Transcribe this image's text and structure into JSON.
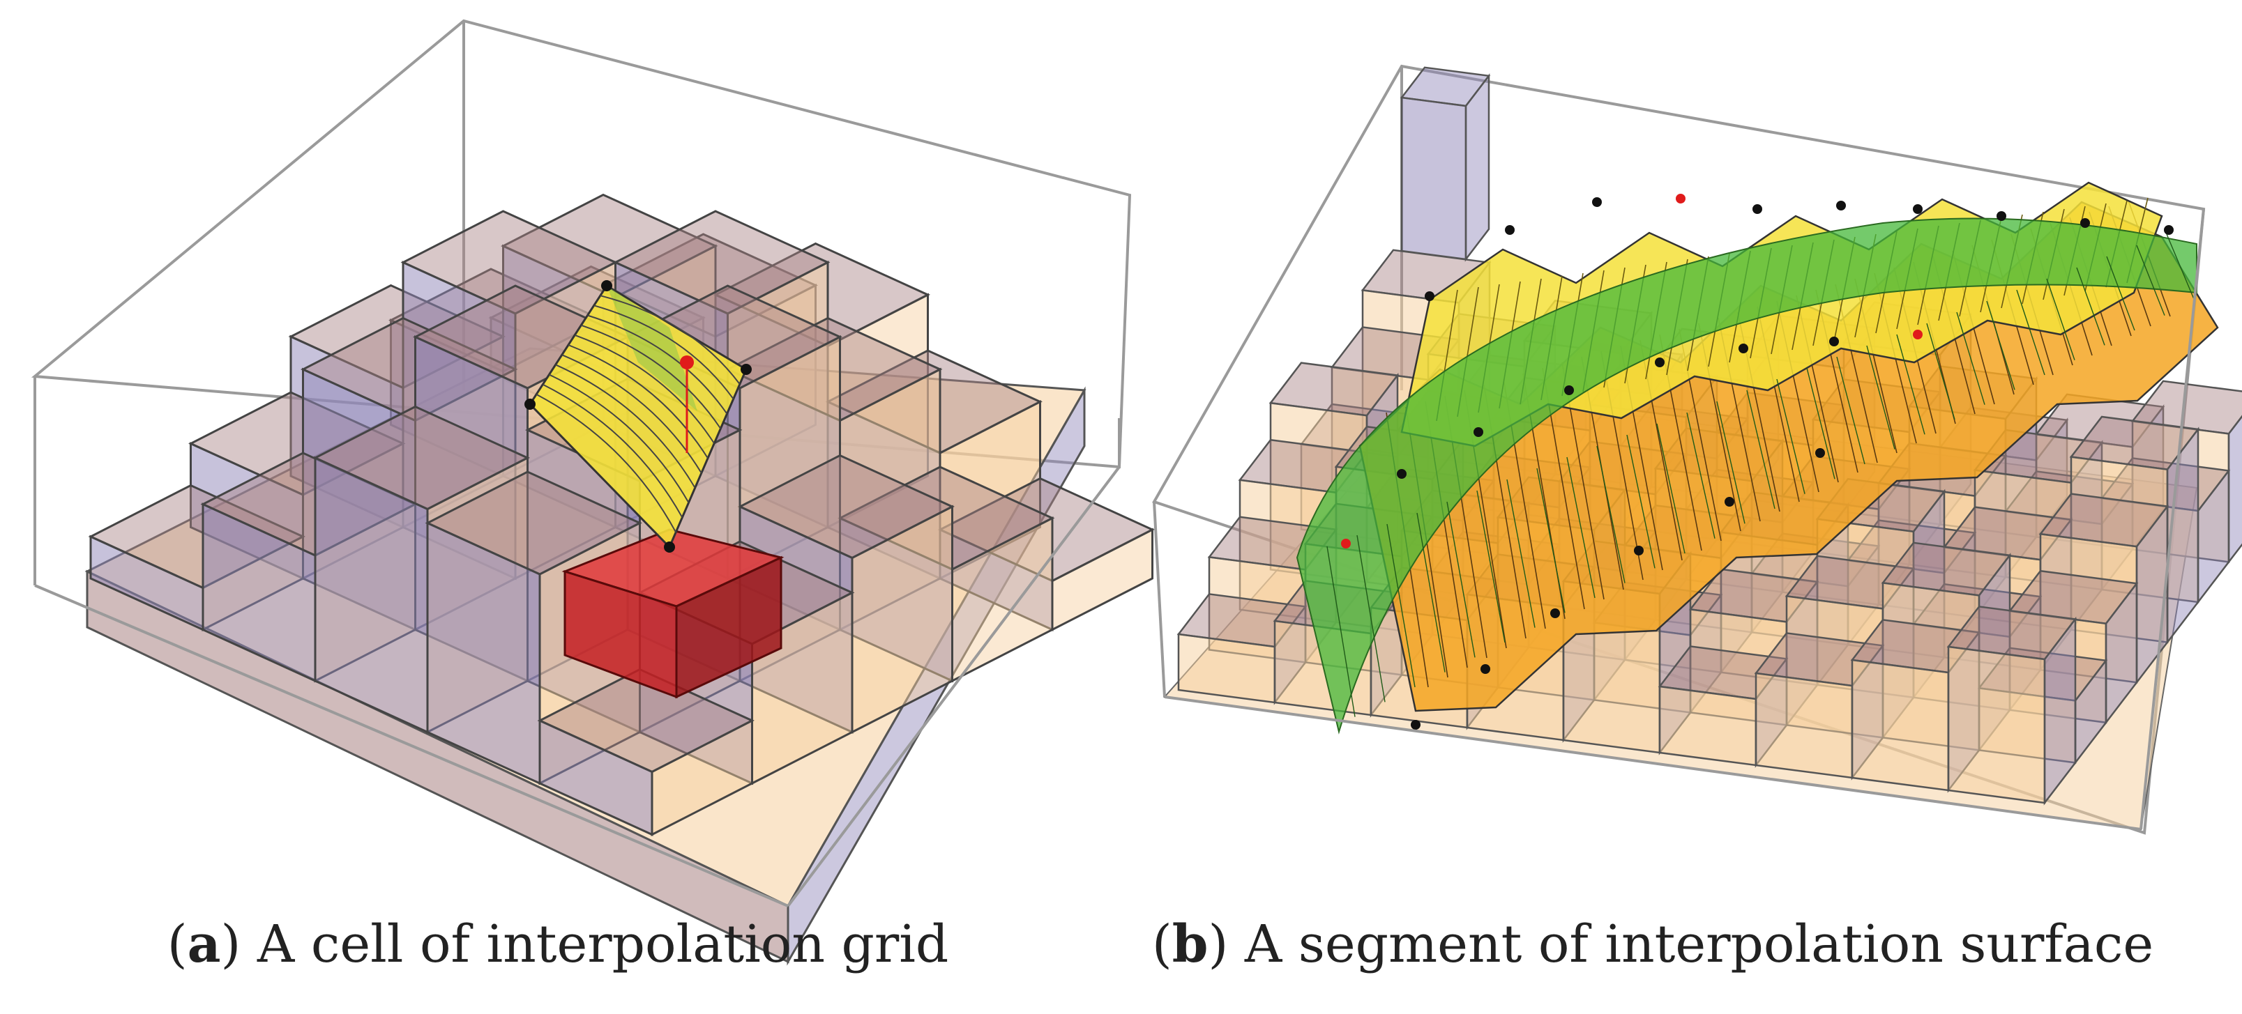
{
  "figure": {
    "panel_a": {
      "label": "a",
      "caption": "A cell of interpolation grid"
    },
    "panel_b": {
      "label": "b",
      "caption": "A segment of interpolation surface"
    }
  },
  "colors": {
    "box_edge": "#8a8a8a",
    "bar_purple": "#8f86b8",
    "bar_peach": "#f6cf9e",
    "bar_mauve": "#a98384",
    "highlight_cube": "#d8262a",
    "surface_yellow": "#f4e13a",
    "surface_orange": "#f59e1c",
    "surface_green": "#46b83a",
    "point": "#111111",
    "point_red": "#e01b1b"
  }
}
